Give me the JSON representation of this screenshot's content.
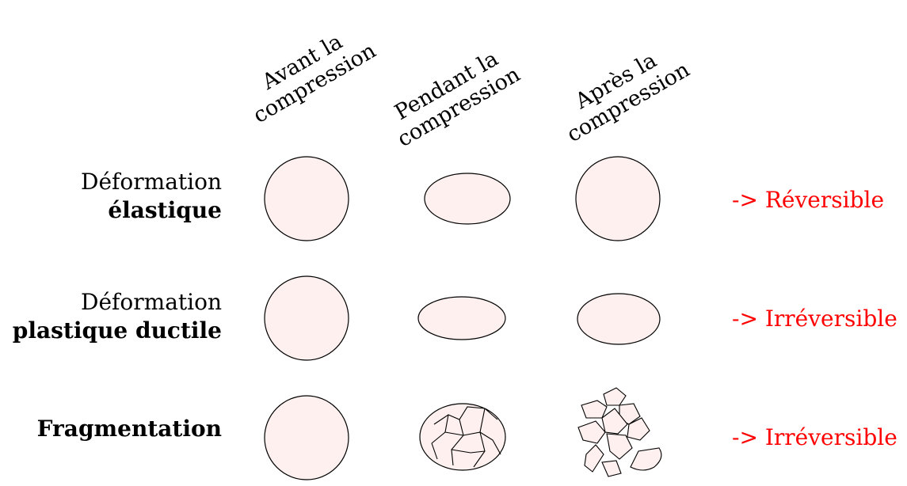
{
  "columns": [
    {
      "line1": "Avant la",
      "line2": "compression"
    },
    {
      "line1": "Pendant la",
      "line2": "compression"
    },
    {
      "line1": "Après la",
      "line2": "compression"
    }
  ],
  "rows": [
    {
      "label_line1": "Déformation",
      "label_line2": "élastique",
      "result": "-> Réversible"
    },
    {
      "label_line1": "Déformation",
      "label_line2": "plastique ductile",
      "result": "-> Irréversible"
    },
    {
      "label_line1": "",
      "label_line2": "Fragmentation",
      "result": "-> Irréversible"
    }
  ],
  "colors": {
    "particle_fill": "#fdf0ee",
    "outline": "#000000",
    "result_text": "#ff0000"
  }
}
